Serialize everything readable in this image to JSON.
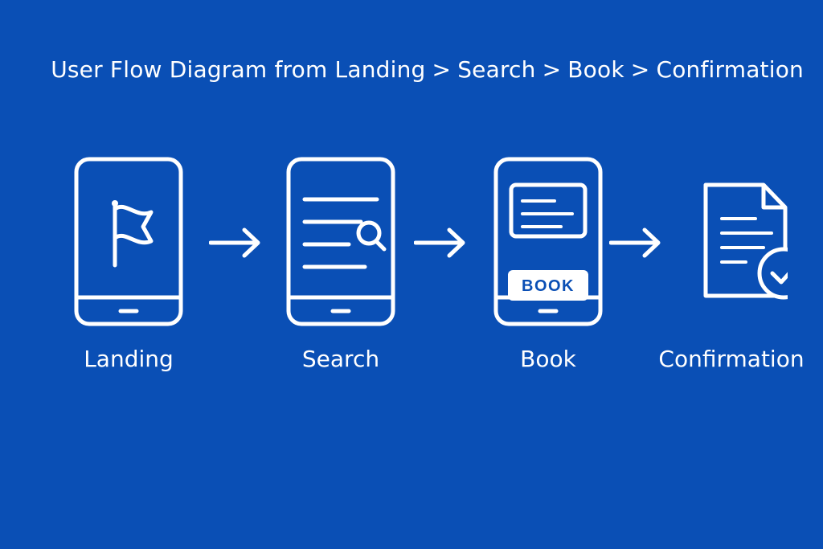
{
  "title": {
    "prefix": "User Flow Diagram from",
    "steps": [
      "Landing",
      "Search",
      "Book",
      "Confirmation"
    ],
    "separator": ">"
  },
  "steps": [
    {
      "label": "Landing",
      "icon": "flag-icon"
    },
    {
      "label": "Search",
      "icon": "search-icon"
    },
    {
      "label": "Book",
      "icon": "book-screen-icon",
      "button_text": "BOOK"
    },
    {
      "label": "Confirmation",
      "icon": "document-check-icon"
    }
  ],
  "colors": {
    "background": "#0a4fb5",
    "foreground": "#ffffff"
  }
}
